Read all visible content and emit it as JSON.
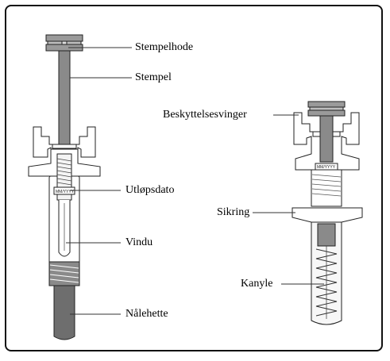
{
  "labels": {
    "plunger_head": "Stempelhode",
    "plunger": "Stempel",
    "expiry_date": "Utløpsdato",
    "window": "Vindu",
    "needle_cap": "Nålehette",
    "guard_wings": "Beskyttelsesvinger",
    "safety_guard": "Sikring",
    "needle": "Kanyle"
  },
  "colors": {
    "outline": "#222222",
    "plunger_gray": "#8a8a8a",
    "dark_gray": "#6e6e6e",
    "light_gray": "#d9d9d9",
    "leader_line": "#333333"
  }
}
